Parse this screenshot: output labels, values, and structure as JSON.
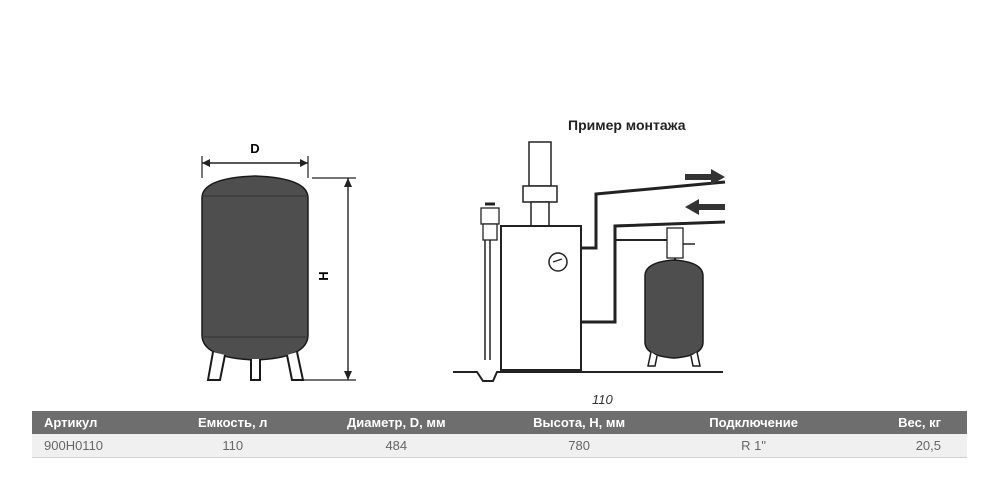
{
  "drawing": {
    "diameter_label": "D",
    "height_label": "H",
    "install_title": "Пример монтажа",
    "model_caption": "110"
  },
  "colors": {
    "tank": "#4e4e4e",
    "outline": "#1a1a1a",
    "header_bg": "#6e6e6e",
    "row_bg": "#f0f0f0"
  },
  "table": {
    "headers": [
      "Артикул",
      "Емкость, л",
      "Диаметр, D, мм",
      "Высота, H, мм",
      "Подключение",
      "Вес, кг"
    ],
    "rows": [
      [
        "900H0110",
        "110",
        "484",
        "780",
        "R 1\"",
        "20,5"
      ]
    ]
  }
}
